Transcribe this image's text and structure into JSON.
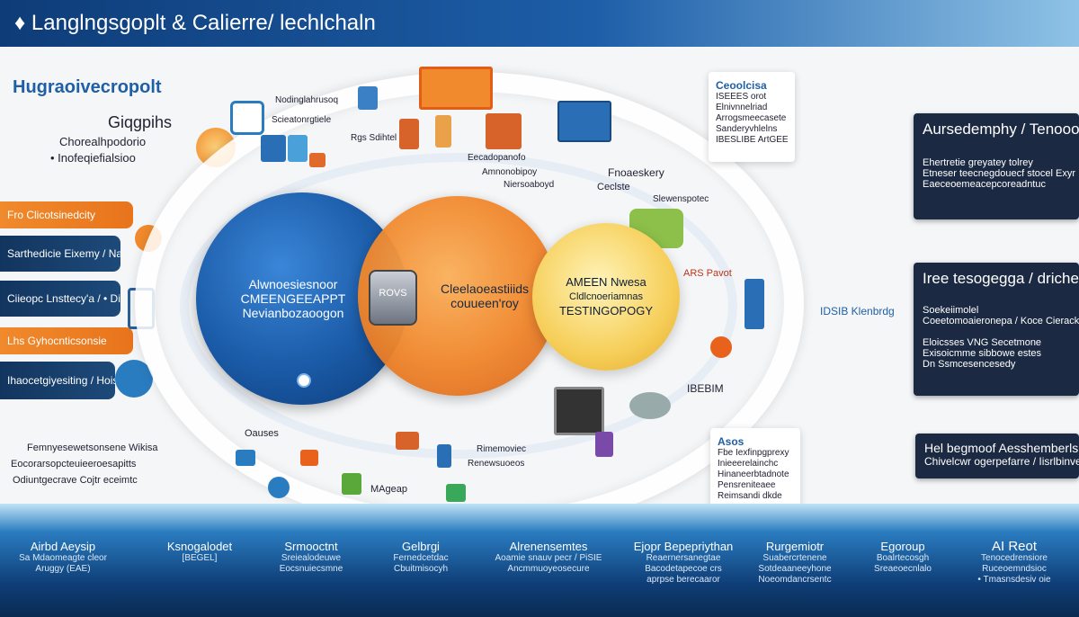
{
  "header": {
    "title": "♦ Langlngsgoplt & Calierre/ lechlchaln"
  },
  "left": {
    "heading": "Hugraoivecropolt",
    "sub_title": "Giqgpihs",
    "sub_lines": [
      "Chorealhpodorio",
      "• Inofeqiefialsioo"
    ],
    "tabs": [
      {
        "style": "orange",
        "text": "Fro Clicotsinedcity"
      },
      {
        "style": "navy",
        "text": "Sarthedicie Eixemy / Naqinafnoloy Gelrie"
      },
      {
        "style": "navy",
        "text": "Ciieopc Lnsttecy'a / • Dinmitnele"
      },
      {
        "style": "orange",
        "text": "Lhs Gyhocnticsonsie"
      },
      {
        "style": "navy",
        "text": "Ihaocetgiyesiting / Hoisogo tnavgeracs"
      }
    ],
    "bottom_text": [
      "Femnyesewetsonsene Wikisa",
      "Eocorarsopcteuieeroesapitts",
      "Odiuntgecrave Cojtr eceimtc"
    ]
  },
  "center": {
    "blue_circle": [
      "Alwnoesiesnoor",
      "CMEENGEEAPPT",
      "Nevianbozaoogon"
    ],
    "badge": "ROVS",
    "orange_circle": [
      "Cleelaoeastiiids",
      "couueen'roy"
    ],
    "yellow_circle": [
      "AMEEN Nwesa",
      "Cldlcnoeriamnas",
      "TESTINGOPOGY"
    ],
    "top_labels": [
      "Nodinglahrusoq",
      "Scieatonrgtiele",
      "Rgs Sdihtel",
      "Eecadopanofo",
      "Amnonobipoy",
      "Niersoaboyd"
    ],
    "right_labels": [
      "Fnoaeskery",
      "Ceclste",
      "Slewenspotec",
      "ARS Pavot",
      "IDSIB Klenbrdg",
      "IBEBIM"
    ],
    "bottom_labels": [
      "Oauses",
      "Rimemoviec",
      "MAgeap",
      "Renewsuoeos"
    ]
  },
  "top_card": {
    "title": "Ceoolcisa",
    "lines": [
      "ISEEES orot",
      "Elnivnnelriad",
      "Arrogsmeecasete",
      "Sanderyvhlelns",
      "IBESLIBE ArtGEE"
    ]
  },
  "right_panels": [
    {
      "title": "Aursedemphy / Tenoooly",
      "body": [
        "Ehertretie greyatey tolrey",
        "Etneser teecnegdouecf stocel Exyr",
        "Eaeceoemeacepcoreadntuc"
      ]
    },
    {
      "title": "Iree tesogegga / drichedtior",
      "body": [
        "Soekeiimolel",
        "Coeetomoaieronepa / Koce Cierackmon",
        "Eloicsses VNG Secetmone",
        "Exisoicmme sibbowe estes",
        "Dn Ssmcesencesedy"
      ]
    },
    {
      "title": "Hel begmoof Aesshemberls",
      "body": [
        "Chivelcwr ogerpefarre / Iisrlbinve"
      ]
    }
  ],
  "side_card": {
    "title": "Asos",
    "lines": [
      "Fbe Iexfinpgprexy",
      "Inieeerelainchc",
      "Hinaneerbtadnote",
      "Pensreniteaee",
      "Reimsandi dkde"
    ]
  },
  "bottom_columns": [
    {
      "title": "Airbd Aeysip",
      "sub": [
        "Sa Mdaomeagte cleor",
        "Aruggy (EAE)"
      ]
    },
    {
      "title": "Ksnogalodet",
      "sub": [
        "[BEGEL]"
      ]
    },
    {
      "title": "Srmooctnt",
      "sub": [
        "Sreiealodeuwe",
        "Eocsnuiecsmne"
      ]
    },
    {
      "title": "Gelbrgi",
      "sub": [
        "Fernedcetdac",
        "Cbuitmisocyh"
      ]
    },
    {
      "title": "Alrenensemtes",
      "sub": [
        "Aoamie snauv pecr / PiSIE",
        "Ancmmuoyeosecure"
      ]
    },
    {
      "title": "Ejopr Bepepriythan",
      "sub": [
        "Reaernersanegtae",
        "Bacodetapecoe crs",
        "aprpse berecaaror"
      ]
    },
    {
      "title": "Rurgemiotr",
      "sub": [
        "Suabercrtenene",
        "Sotdeaaneeyhone",
        "Noeomdancrsentc"
      ]
    },
    {
      "title": "Egoroup",
      "sub": [
        "Boalrtecosgh",
        "Sreaeoecnlalo"
      ]
    },
    {
      "title": "AI Reot",
      "sub": [
        "Tenocedrensiore",
        "Ruceoemndsioc",
        "• Tmasnsdesiv oie"
      ]
    }
  ],
  "colors": {
    "banner": "#1d5ea8",
    "navy": "#1b2a42",
    "orange": "#f08a2c",
    "blue_circle": "#1a5aa6",
    "orange_circle": "#f0852a",
    "yellow_circle": "#f6cf5a"
  }
}
